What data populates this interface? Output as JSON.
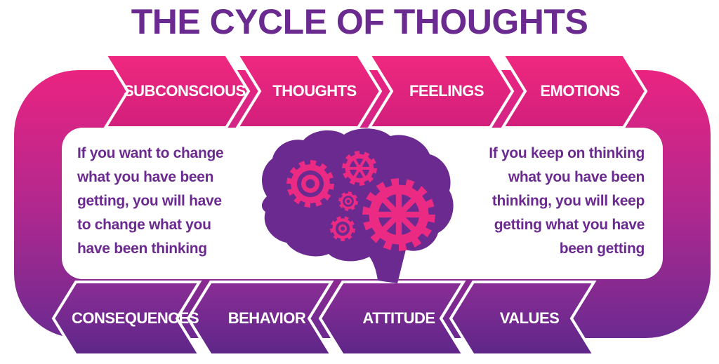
{
  "title": "THE CYCLE OF THOUGHTS",
  "colors": {
    "title": "#6b2a8f",
    "magenta": "#e8237f",
    "purple": "#6b2a8f",
    "gear": "#ea2a83",
    "brain": "#6b2a8f",
    "quote_text": "#6b2a8f"
  },
  "top_row": [
    "SUBCONSCIOUS",
    "THOUGHTS",
    "FEELINGS",
    "EMOTIONS"
  ],
  "bottom_row": [
    "VALUES",
    "ATTITUDE",
    "BEHAVIOR",
    "CONSEQUENCES"
  ],
  "left_quote": {
    "lines": [
      "If you want to change",
      "what you have been",
      "getting, you will have",
      "to change what you",
      "have been thinking"
    ]
  },
  "right_quote": {
    "lines": [
      "If you keep on thinking",
      "what you have been",
      "thinking, you will keep",
      "getting what you have",
      "been getting"
    ]
  },
  "center_image": {
    "icon": "brain-with-gears-icon"
  }
}
